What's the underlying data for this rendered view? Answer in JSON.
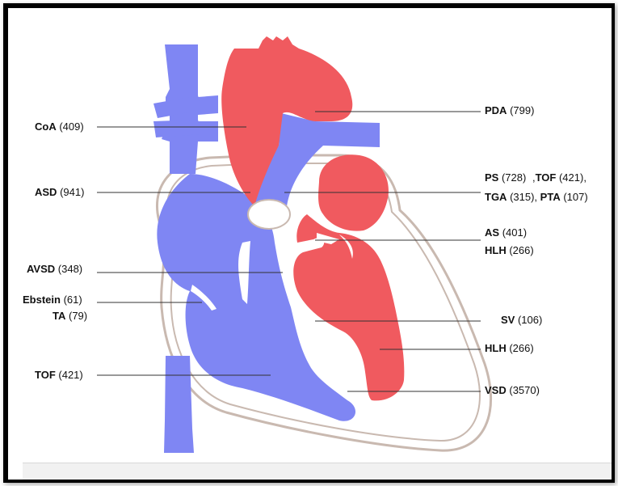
{
  "colors": {
    "oxygenated": "#f05a5f",
    "deoxygenated": "#7f86f3",
    "outline": "#c9b9b0",
    "leader": "#333333"
  },
  "labels": {
    "coa": {
      "abbr": "CoA",
      "count": "(409)"
    },
    "asd": {
      "abbr": "ASD",
      "count": "(941)"
    },
    "avsd": {
      "abbr": "AVSD",
      "count": "(348)"
    },
    "ebstein": {
      "abbr": "Ebstein",
      "count": "(61)"
    },
    "ta": {
      "abbr": "TA",
      "count": "(79)"
    },
    "tof_left": {
      "abbr": "TOF",
      "count": "(421)"
    },
    "pda": {
      "abbr": "PDA",
      "count": "(799)"
    },
    "ps": {
      "abbr": "PS",
      "count": "(728)"
    },
    "tof_right": {
      "abbr": "TOF",
      "count": "(421),"
    },
    "tof_comma": {
      "text": ","
    },
    "tga": {
      "abbr": "TGA",
      "count": "(315),"
    },
    "pta": {
      "abbr": "PTA",
      "count": "(107)"
    },
    "as": {
      "abbr": "AS",
      "count": "(401)"
    },
    "hlh_upper": {
      "abbr": "HLH",
      "count": "(266)"
    },
    "sv": {
      "abbr": "SV",
      "count": "(106)"
    },
    "hlh_lower": {
      "abbr": "HLH",
      "count": "(266)"
    },
    "vsd": {
      "abbr": "VSD",
      "count": "(3570)"
    }
  }
}
